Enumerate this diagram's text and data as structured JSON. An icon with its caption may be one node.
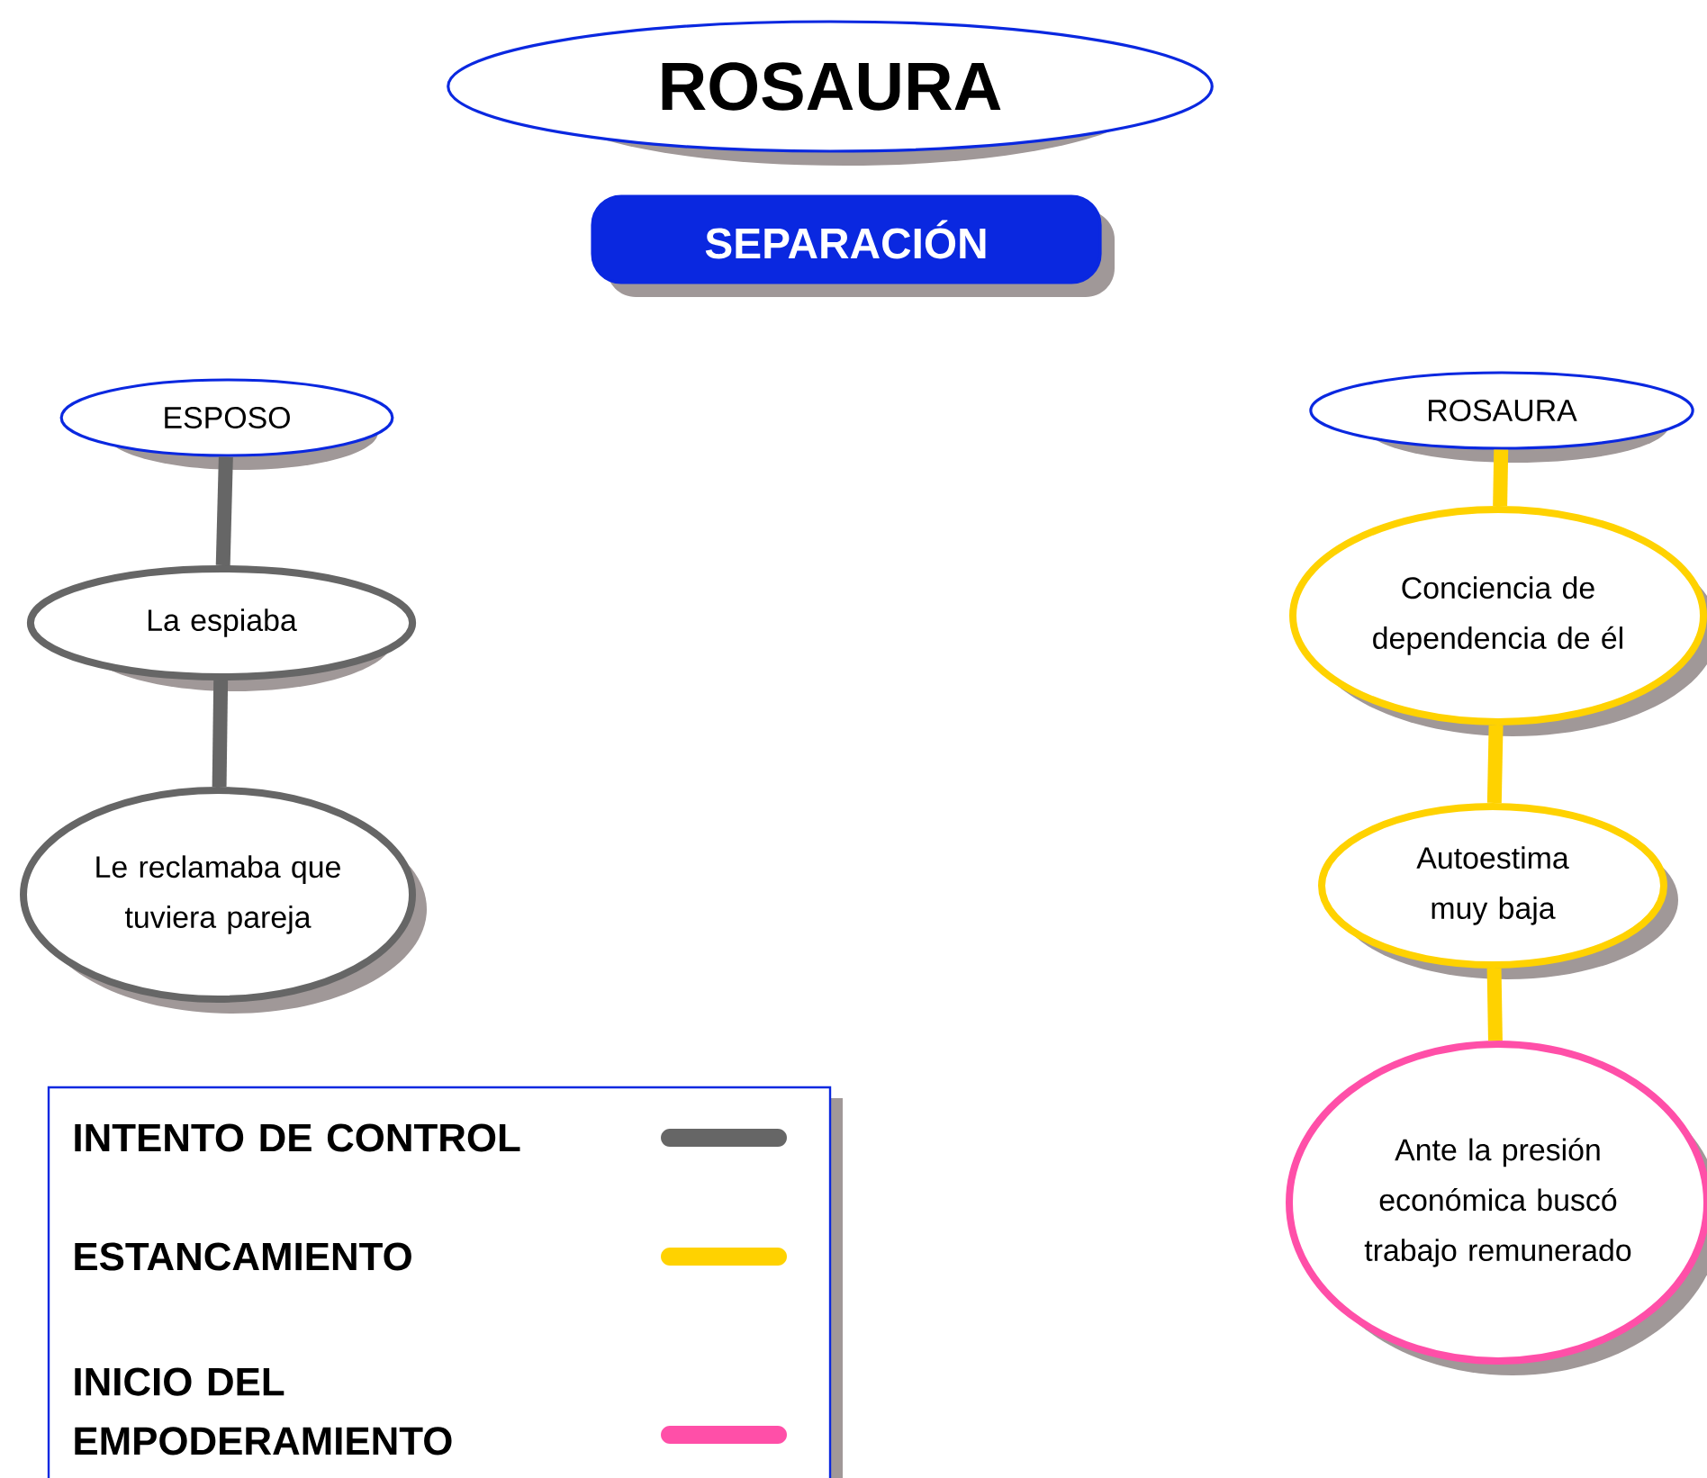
{
  "diagram": {
    "nodes": [
      {
        "text": [
          "ROSAURA"
        ]
      },
      {
        "text": [
          "SEPARACIÓN"
        ]
      },
      {
        "text": [
          "ESPOSO"
        ]
      },
      {
        "text": [
          "La espiaba"
        ]
      },
      {
        "text": [
          "Le reclamaba que tuviera pareja"
        ]
      },
      {
        "text": [
          "ROSAURA"
        ]
      },
      {
        "text": [
          "Conciencia de dependencia de él"
        ]
      },
      {
        "text": [
          "Autoestima muy baja"
        ]
      },
      {
        "text": [
          "Ante la presión económica buscó trabajo remunerado"
        ]
      }
    ],
    "edges": [
      {
        "from": 2,
        "to": 3,
        "arrow": "none",
        "color": "#666666"
      },
      {
        "from": 3,
        "to": 4,
        "arrow": "none",
        "color": "#666666"
      },
      {
        "from": 5,
        "to": 6,
        "arrow": "none",
        "color": "#ffd200"
      },
      {
        "from": 6,
        "to": 7,
        "arrow": "none",
        "color": "#ffd200"
      },
      {
        "from": 7,
        "to": 8,
        "arrow": "none",
        "color": "#ffd200"
      }
    ],
    "legend": [
      {
        "text": "INTENTO DE CONTROL",
        "color": "#666666"
      },
      {
        "text": "ESTANCAMIENTO",
        "color": "#ffd200"
      },
      {
        "text": "INICIO DEL EMPODERAMIENTO",
        "color": "#ff4fa8"
      }
    ]
  }
}
